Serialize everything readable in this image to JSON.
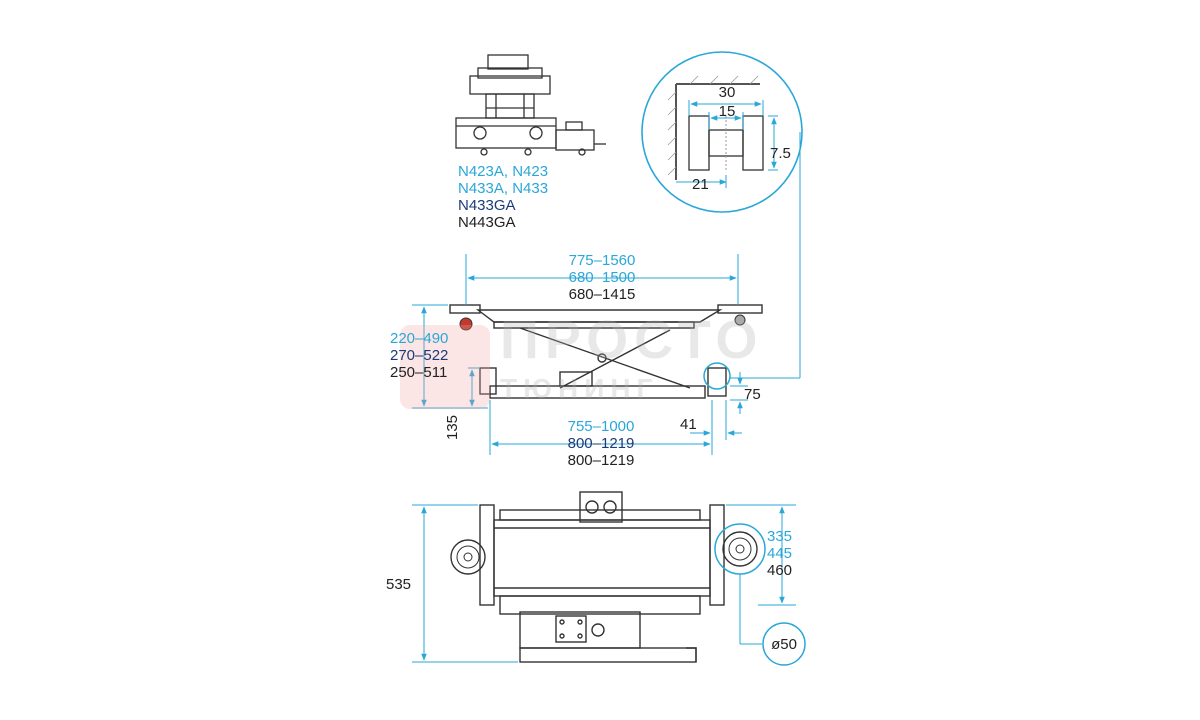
{
  "models": [
    "N423A, N423",
    "N433A, N433",
    "N433GA",
    "N443GA"
  ],
  "colors": {
    "blue": "#2aa7d8",
    "navy": "#1c3b7a",
    "dark": "#222222",
    "red": "#c33a2c",
    "line": "#333333"
  },
  "dims": {
    "width_top": [
      "775–1560",
      "680–1500",
      "680–1415"
    ],
    "height": [
      "220–490",
      "270–522",
      "250–511"
    ],
    "base": [
      "755–1000",
      "800–1219",
      "800–1219"
    ],
    "side_135": "135",
    "side_41": "41",
    "side_75": "75",
    "detail_30": "30",
    "detail_15": "15",
    "detail_7_5": "7.5",
    "detail_21": "21",
    "depth_535": "535",
    "right": [
      "335",
      "445",
      "460"
    ],
    "diameter": "ø50"
  },
  "watermark": {
    "line1": "ПРОСТО",
    "line2": "ТЮНИНГ"
  }
}
